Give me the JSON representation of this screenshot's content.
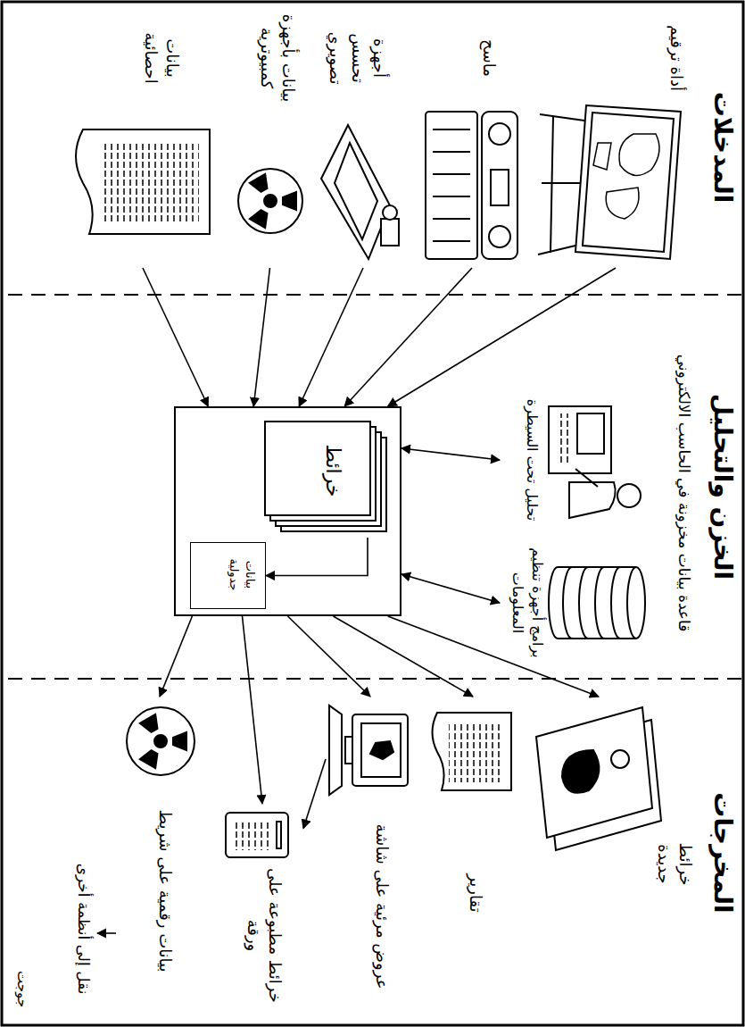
{
  "diagram": {
    "nodes": [
      {
        "text": [
          "أداة ترقيم"
        ]
      },
      {
        "text": [
          "ماسح"
        ]
      },
      {
        "text": [
          "أجهزة تحسس تصويري"
        ]
      },
      {
        "text": [
          "بيانات بأجهزة كمبيوترية"
        ]
      },
      {
        "text": [
          "بيانات احصائية"
        ]
      },
      {
        "text": [
          "قاعدة بيانات مخزونة في الحاسب الالكتروني"
        ]
      },
      {
        "text": [
          "خرائط"
        ],
        "in": 5
      },
      {
        "text": [
          "بيانات جدولية"
        ],
        "in": 5
      },
      {
        "text": [
          "تحليل تحت السيطرة"
        ]
      },
      {
        "text": [
          "برامج أجهزة تنظيم المعلومات"
        ]
      },
      {
        "text": [
          "خرائط جديدة"
        ]
      },
      {
        "text": [
          "تقارير"
        ]
      },
      {
        "text": [
          "عروض مرئية على شاشة"
        ]
      },
      {
        "text": [
          "خرائط مطبوعة على ورقة"
        ]
      },
      {
        "text": [
          "بيانات رقمية على شريط"
        ]
      }
    ],
    "edges": [
      {
        "from": 0,
        "to": 5,
        "arrow": "to"
      },
      {
        "from": 1,
        "to": 5,
        "arrow": "to"
      },
      {
        "from": 2,
        "to": 5,
        "arrow": "to"
      },
      {
        "from": 3,
        "to": 5,
        "arrow": "to"
      },
      {
        "from": 4,
        "to": 5,
        "arrow": "to"
      },
      {
        "from": 6,
        "to": 7,
        "arrow": "to"
      },
      {
        "from": 5,
        "to": 8,
        "arrow": "both"
      },
      {
        "from": 5,
        "to": 9,
        "arrow": "both"
      },
      {
        "from": 5,
        "to": 10,
        "arrow": "to"
      },
      {
        "from": 5,
        "to": 11,
        "arrow": "to"
      },
      {
        "from": 5,
        "to": 12,
        "arrow": "to"
      },
      {
        "from": 5,
        "to": 13,
        "arrow": "to"
      },
      {
        "from": 5,
        "to": 14,
        "arrow": "to"
      },
      {
        "from": 12,
        "to": 13,
        "arrow": "to"
      }
    ],
    "labels": [
      "المدخلات",
      "الخزن والتحليل",
      "المخرجات",
      "نقل إلى أنظمة أخرى",
      "جوجت"
    ]
  }
}
